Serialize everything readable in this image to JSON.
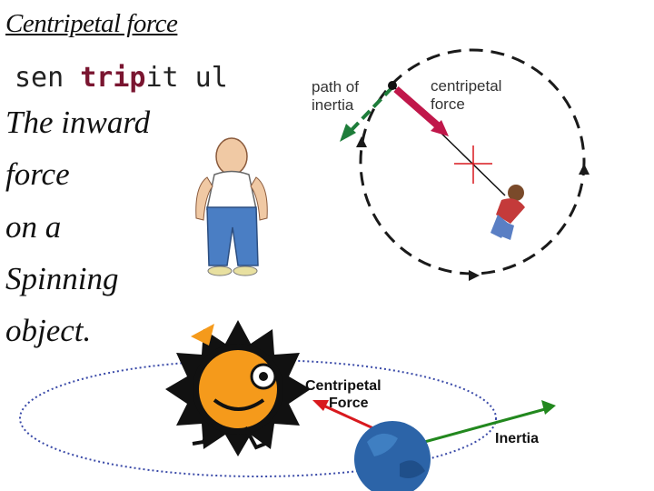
{
  "slide": {
    "title": "Centripetal force",
    "pronunciation": {
      "part1": "sen ",
      "part2": "trip",
      "part3": "it ul"
    },
    "definition_lines": [
      "The inward",
      "force",
      "on a",
      "Spinning",
      "object."
    ]
  },
  "diagram_top": {
    "label_path_line1": "path of",
    "label_path_line2": "inertia",
    "label_centripetal_line1": "centripetal",
    "label_centripetal_line2": "force"
  },
  "diagram_bottom": {
    "label_centripetal_line1": "Centripetal",
    "label_centripetal_line2": "Force",
    "label_inertia": "Inertia"
  },
  "colors": {
    "centripetal_arrow_top": "#c0174a",
    "inertia_arrow_top": "#1e7d3a",
    "centripetal_arrow_bottom": "#d8191e",
    "inertia_arrow_bottom": "#22881e",
    "sun": "#f59a1b",
    "earth": "#2c64a8"
  }
}
